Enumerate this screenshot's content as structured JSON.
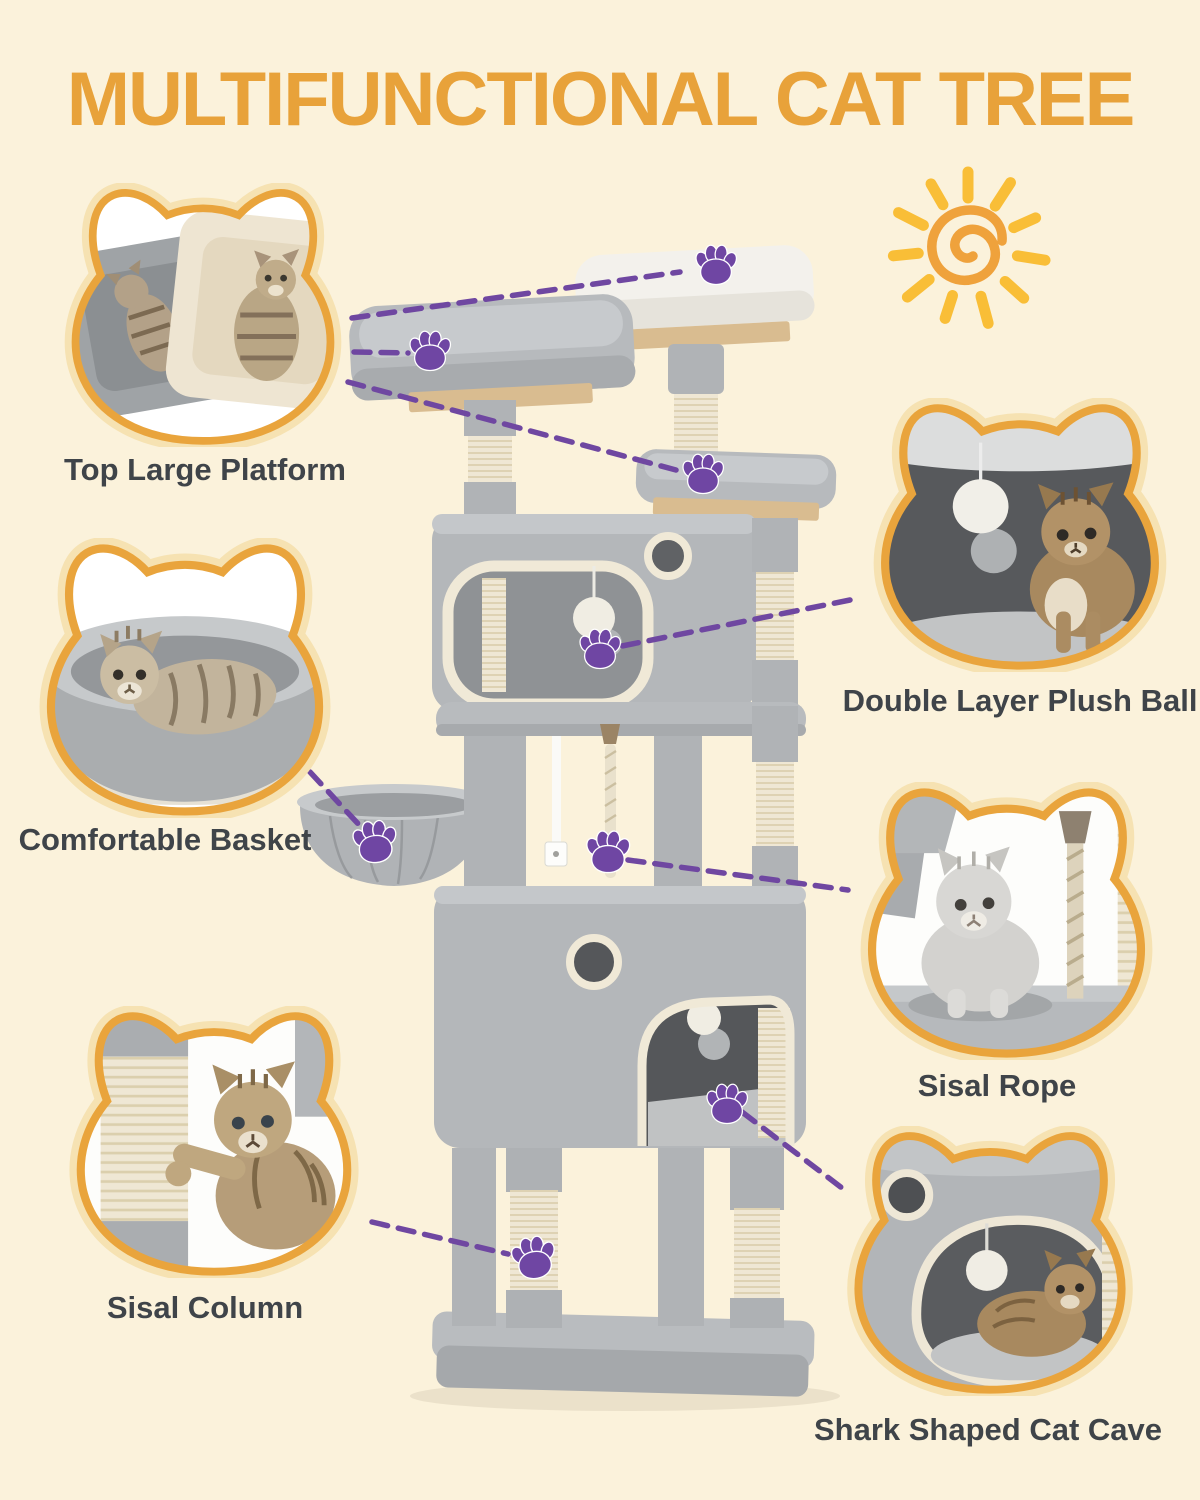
{
  "title": "MULTIFUNCTIONAL CAT TREE",
  "features": [
    {
      "id": "top-large-platform",
      "label": "Top Large Platform"
    },
    {
      "id": "comfortable-basket",
      "label": "Comfortable Basket"
    },
    {
      "id": "sisal-column",
      "label": "Sisal Column"
    },
    {
      "id": "double-layer-plush-ball",
      "label": "Double Layer Plush Ball"
    },
    {
      "id": "sisal-rope",
      "label": "Sisal Rope"
    },
    {
      "id": "shark-shaped-cat-cave",
      "label": "Shark Shaped Cat Cave"
    }
  ],
  "icons": {
    "sun": "sun-icon",
    "paw": "paw-print-icon",
    "paw_marker_count": 8
  },
  "colors": {
    "background": "#fbf2db",
    "title": "#e8a23a",
    "bubble_outline": "#e9a43c",
    "label_text": "#3f4449",
    "paw": "#6f46a3",
    "callout_line": "#6f47a1",
    "tree_gray": "#b6b9bc",
    "sisal": "#efe7d4",
    "wood": "#d9bc90",
    "platform_white": "#f3f1ec",
    "cream_trim": "#f0e9d7",
    "sun_spiral": "#efa23c",
    "sun_rays": "#f9be37"
  }
}
